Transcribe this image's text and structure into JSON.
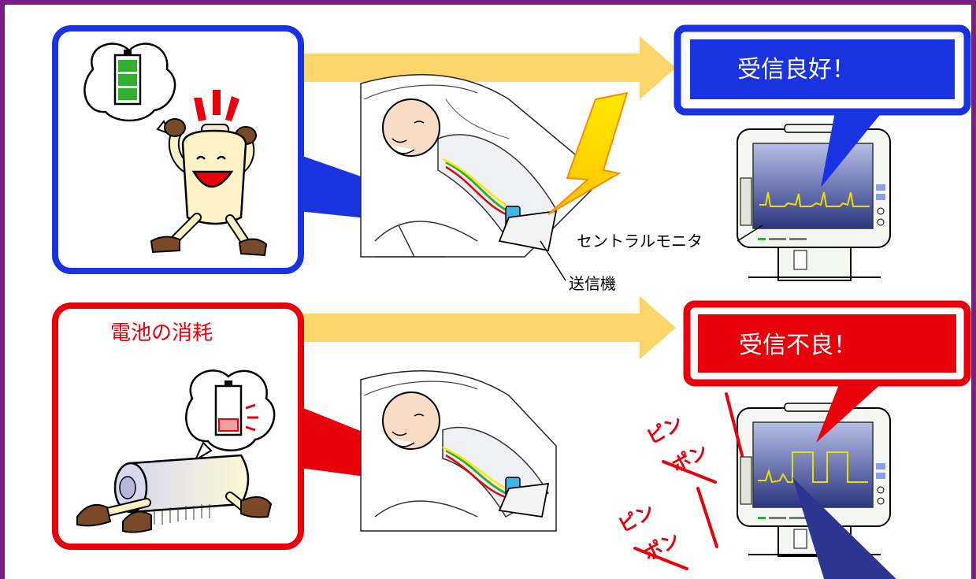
{
  "labels": {
    "good_reception": "受信良好！",
    "bad_reception": "受信不良！",
    "central_monitor": "セントラルモニタ",
    "transmitter": "送信機",
    "battery_drain": "電池の消耗",
    "alarm_pin": "ピン",
    "alarm_pon": "ポン"
  },
  "colors": {
    "frame": "#7a1e86",
    "good_accent": "#1a33e0",
    "bad_accent": "#e8000b",
    "arrow": "#fcd66a",
    "battery_full": "#2fb12f",
    "battery_low": "#e8000b",
    "lightning": "#ffe900",
    "ecg_trace": "#e8e000"
  },
  "icons": {
    "happy_battery": "happy-battery-character-icon",
    "tired_battery": "exhausted-battery-character-icon",
    "patient": "patient-in-bed-icon",
    "monitor": "central-monitor-icon"
  }
}
